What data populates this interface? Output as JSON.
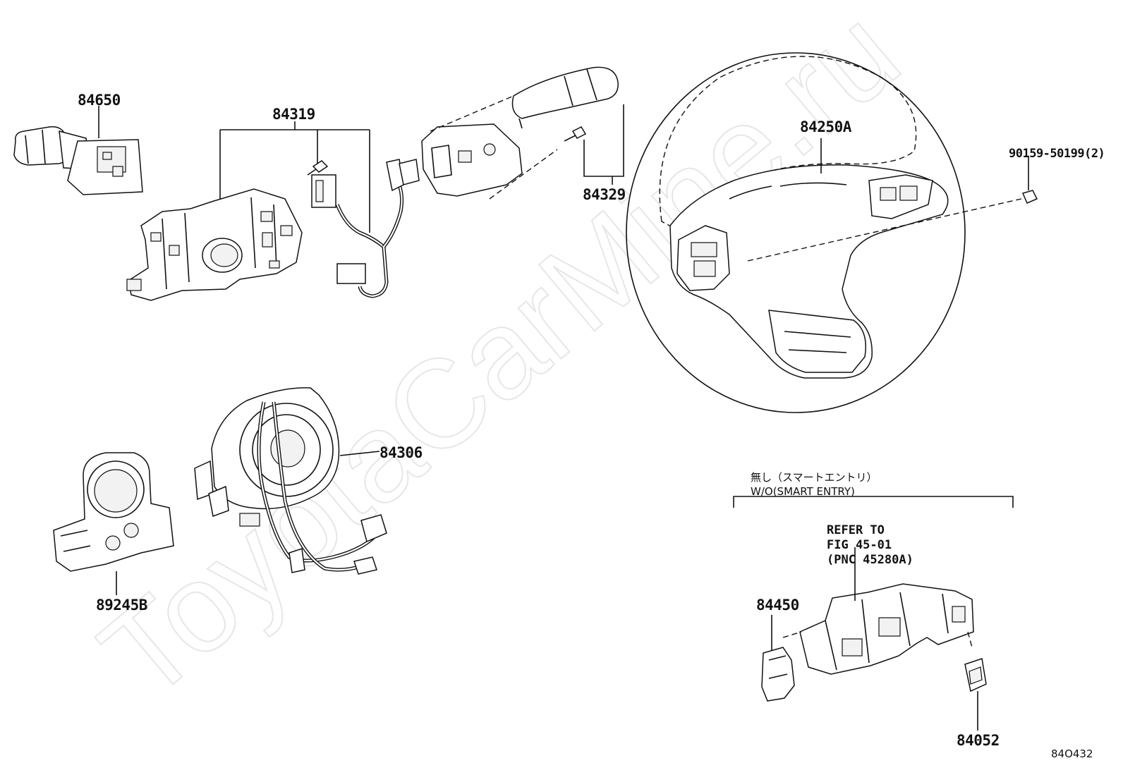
{
  "parts": {
    "p84650": "84650",
    "p84319": "84319",
    "p84329": "84329",
    "p84250A": "84250A",
    "p90159": "90159-50199(2)",
    "p84306": "84306",
    "p89245B": "89245B",
    "p84450": "84450",
    "p84052": "84052"
  },
  "condition": {
    "jp": "無し（スマートエントリ）",
    "en": "W/O(SMART ENTRY)"
  },
  "refer": {
    "line1": "REFER TO",
    "line2": "FIG 45-01",
    "line3": "(PNC 45280A)"
  },
  "figure_id": "84O432",
  "watermark": "ToyotaCarMine.ru"
}
